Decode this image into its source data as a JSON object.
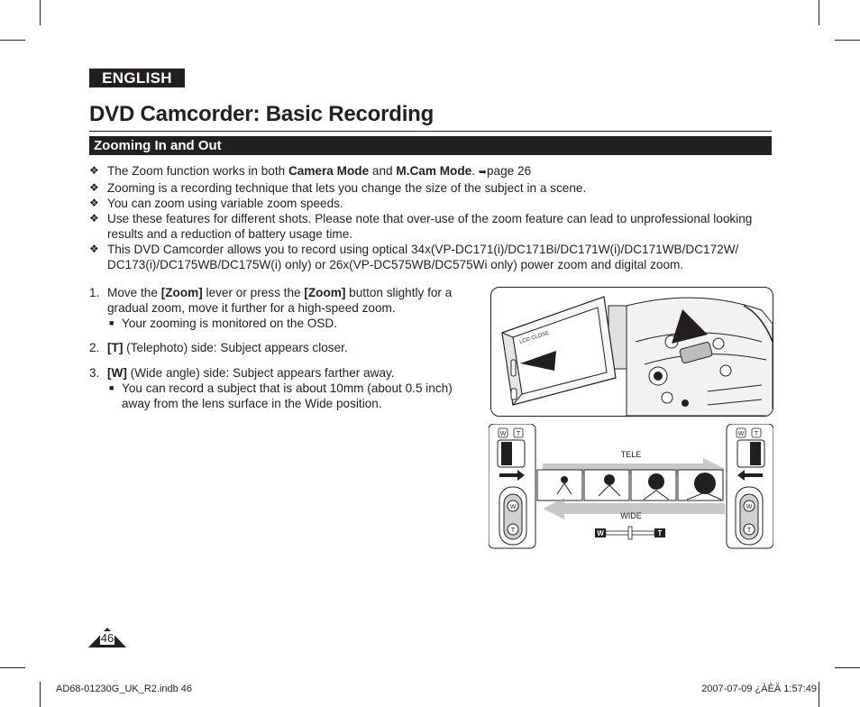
{
  "header": {
    "language": "ENGLISH",
    "title": "DVD Camcorder: Basic Recording"
  },
  "section": {
    "title": "Zooming In and Out"
  },
  "bullets": {
    "b1": {
      "pre": "The Zoom function works in both ",
      "bold1": "Camera Mode",
      "mid": " and ",
      "bold2": "M.Cam Mode",
      "post": ". ",
      "ref": "page 26"
    },
    "b2": "Zooming is a recording technique that lets you change the size of the subject in a scene.",
    "b3": "You can zoom using variable zoom speeds.",
    "b4": "Use these features for different shots. Please note that over-use of the zoom feature can lead to unprofessional looking results and a reduction of battery usage time.",
    "b5": "This DVD Camcorder allows you to record using optical 34x(VP-DC171(i)/DC171Bi/DC171W(i)/DC171WB/DC172W/ DC173(i)/DC175WB/DC175W(i) only) or 26x(VP-DC575WB/DC575Wi only) power zoom and digital zoom."
  },
  "steps": {
    "s1": {
      "num": "1.",
      "pre": "Move the ",
      "bold1": "[Zoom]",
      "mid": " lever or press the ",
      "bold2": "[Zoom]",
      "post": " button slightly for a gradual zoom, move it further for a high-speed zoom.",
      "sub": "Your zooming is monitored on the OSD."
    },
    "s2": {
      "num": "2.",
      "bold": "[T]",
      "text": " (Telephoto) side: Subject appears closer."
    },
    "s3": {
      "num": "3.",
      "bold": "[W]",
      "text": " (Wide angle) side: Subject appears farther away.",
      "sub": "You can record a subject that is about 10mm (about 0.5 inch) away from the lens surface in the Wide position."
    }
  },
  "figure": {
    "tele_label": "TELE",
    "wide_label": "WIDE",
    "w_key": "W",
    "t_key": "T",
    "lcd_label": "LCD CLOSE"
  },
  "page_number": "46",
  "footer": {
    "left": "AD68-01230G_UK_R2.indb   46",
    "right": "2007-07-09   ¿ÀÈÄ 1:57:49"
  }
}
